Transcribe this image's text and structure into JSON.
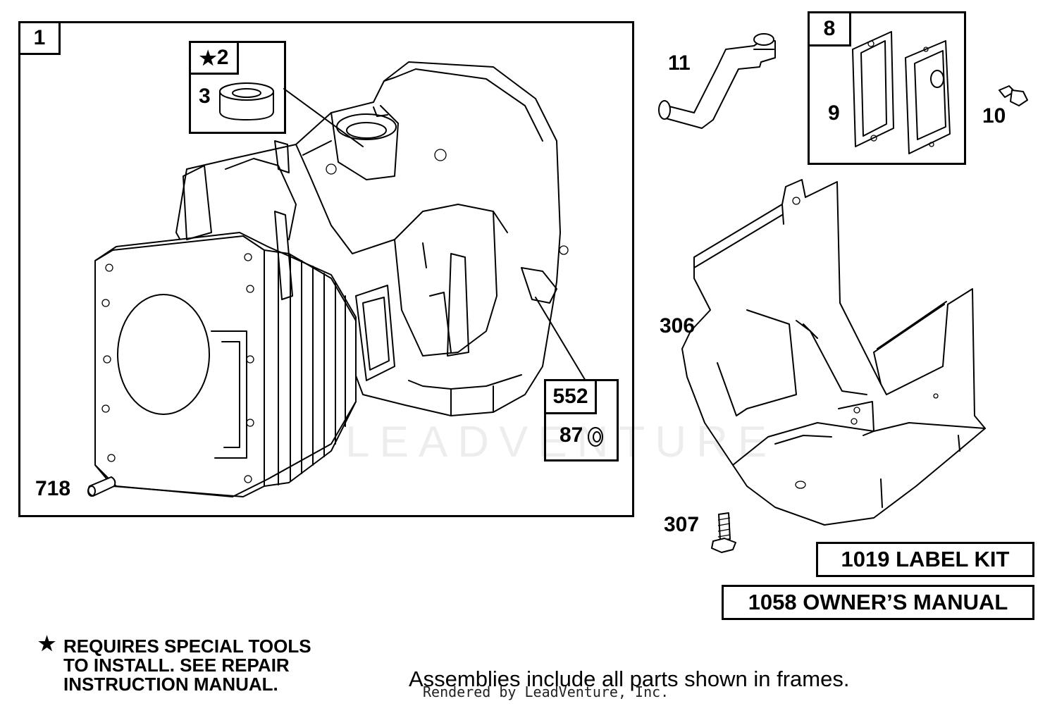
{
  "parts": {
    "p1": "1",
    "p2": "2",
    "p2_mark": "★",
    "p3": "3",
    "p552": "552",
    "p87": "87",
    "p718": "718",
    "p11": "11",
    "p8": "8",
    "p9": "9",
    "p10": "10",
    "p306": "306",
    "p307": "307"
  },
  "kits": {
    "label_kit": "1019 LABEL KIT",
    "owners_manual": "1058 OWNER’S MANUAL"
  },
  "note": {
    "star": "★",
    "line1": "REQUIRES SPECIAL TOOLS",
    "line2": "TO INSTALL.  SEE REPAIR",
    "line3": "INSTRUCTION MANUAL."
  },
  "footer": {
    "assemblies": "Assemblies include all parts shown in frames.",
    "rendered_by": "Rendered by LeadVenture, Inc."
  },
  "watermark": "LEADVENTURE",
  "colors": {
    "line": "#000000",
    "background": "#ffffff"
  }
}
